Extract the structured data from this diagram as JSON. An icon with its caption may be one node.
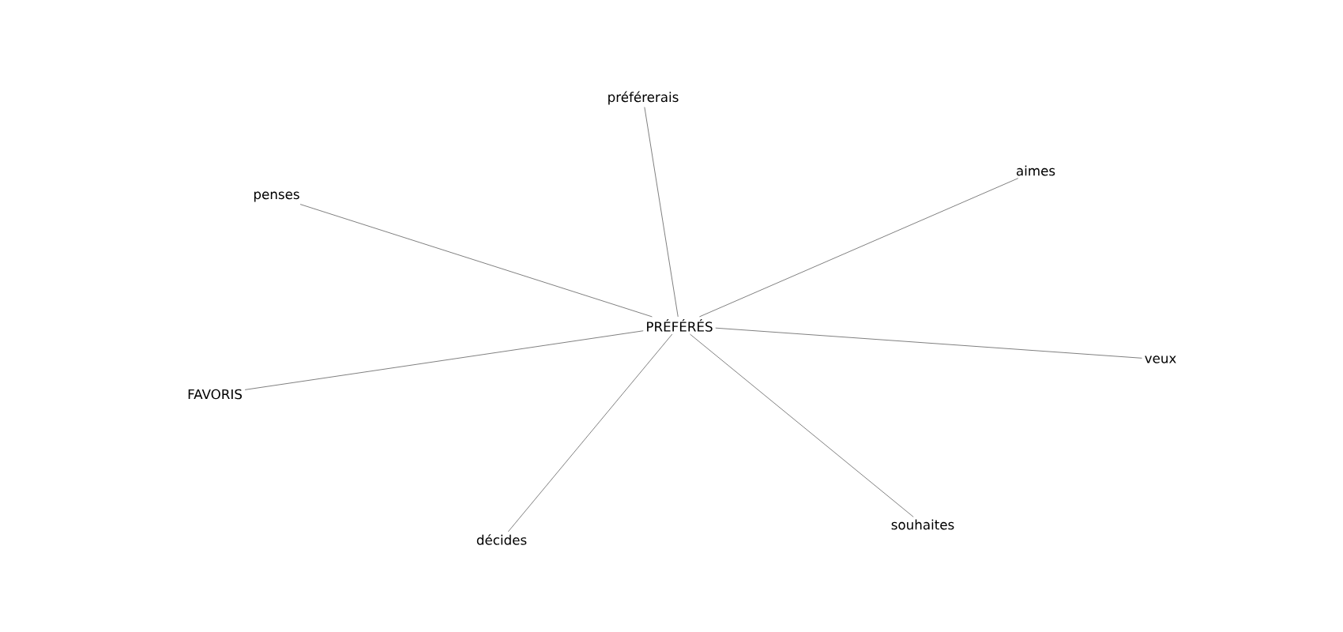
{
  "diagram": {
    "nodes": [
      {
        "text": [
          "préférerais"
        ]
      },
      {
        "text": [
          "aimes"
        ]
      },
      {
        "text": [
          "penses"
        ]
      },
      {
        "text": [
          "PRÉFÉRÉS"
        ]
      },
      {
        "text": [
          "veux"
        ]
      },
      {
        "text": [
          "FAVORIS"
        ]
      },
      {
        "text": [
          "souhaites"
        ]
      },
      {
        "text": [
          "décides"
        ]
      }
    ],
    "edges": [
      {
        "from": 3,
        "to": 0,
        "arrow": "none"
      },
      {
        "from": 3,
        "to": 1,
        "arrow": "none"
      },
      {
        "from": 3,
        "to": 2,
        "arrow": "none"
      },
      {
        "from": 3,
        "to": 4,
        "arrow": "none"
      },
      {
        "from": 3,
        "to": 5,
        "arrow": "none"
      },
      {
        "from": 3,
        "to": 6,
        "arrow": "none"
      },
      {
        "from": 3,
        "to": 7,
        "arrow": "none"
      }
    ]
  }
}
